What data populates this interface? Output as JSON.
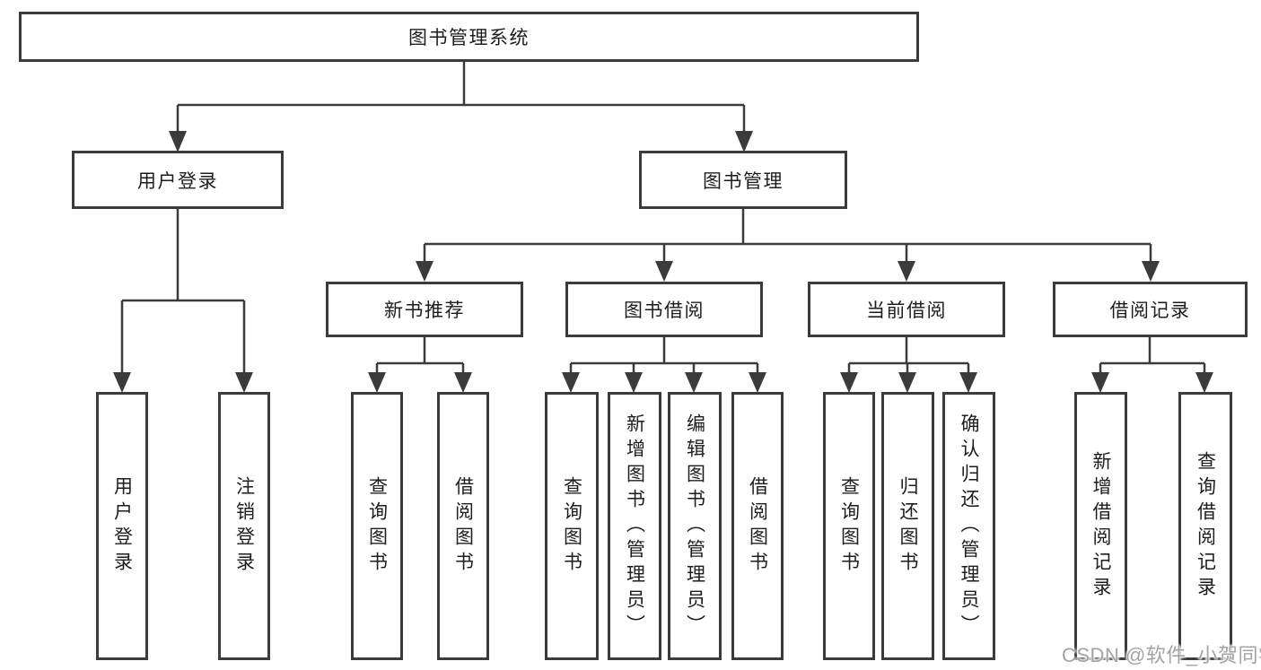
{
  "diagram": {
    "type": "hierarchy",
    "colors": {
      "line": "#3b3b3b",
      "box_border": "#3b3b3b",
      "box_fill": "#ffffff",
      "text": "#1d1d1f",
      "background": "#ffffff",
      "watermark": "#a3a3a3"
    },
    "tree": {
      "label": "图书管理系统",
      "children": [
        {
          "label": "用户登录",
          "children": [
            {
              "label": "用户登录"
            },
            {
              "label": "注销登录"
            }
          ]
        },
        {
          "label": "图书管理",
          "children": [
            {
              "label": "新书推荐",
              "children": [
                {
                  "label": "查询图书"
                },
                {
                  "label": "借阅图书"
                }
              ]
            },
            {
              "label": "图书借阅",
              "children": [
                {
                  "label": "查询图书"
                },
                {
                  "label": "新增图书（管理员）"
                },
                {
                  "label": "编辑图书（管理员）"
                },
                {
                  "label": "借阅图书"
                }
              ]
            },
            {
              "label": "当前借阅",
              "children": [
                {
                  "label": "查询图书"
                },
                {
                  "label": "归还图书"
                },
                {
                  "label": "确认归还（管理员）"
                }
              ]
            },
            {
              "label": "借阅记录",
              "children": [
                {
                  "label": "新增借阅记录"
                },
                {
                  "label": "查询借阅记录"
                }
              ]
            }
          ]
        }
      ]
    }
  },
  "watermark": {
    "text": "CSDN @软件_小贺同学"
  }
}
